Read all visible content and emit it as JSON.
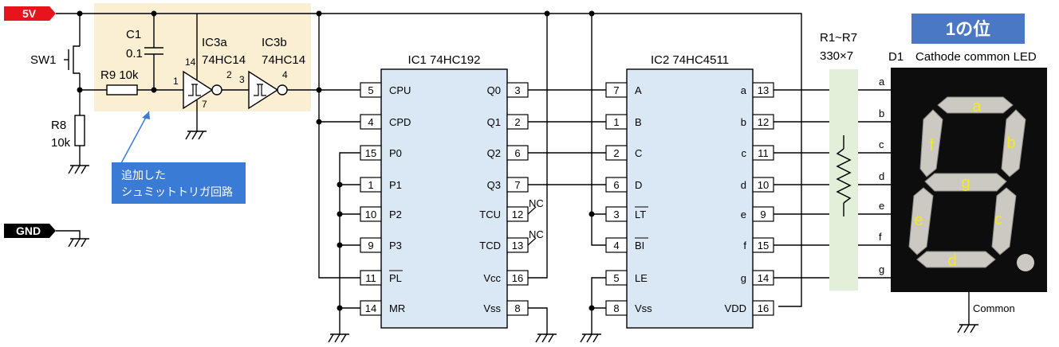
{
  "nets": {
    "vcc_label": "5V",
    "gnd_label": "GND",
    "vcc_color": "#e8141c",
    "gnd_color": "#000000"
  },
  "switch": {
    "ref": "SW1"
  },
  "cap": {
    "ref": "C1",
    "value": "0.1"
  },
  "r9": {
    "label": "R9 10k"
  },
  "r8": {
    "ref": "R8",
    "value": "10k"
  },
  "ic3a": {
    "ref": "IC3a",
    "part": "74HC14",
    "pin_in": "1",
    "pin_out": "2",
    "pin_vcc": "14",
    "pin_gnd": "7"
  },
  "ic3b": {
    "ref": "IC3b",
    "part": "74HC14",
    "pin_in": "3",
    "pin_out": "4"
  },
  "callout": {
    "text1": "追加した",
    "text2": "シュミットトリガ回路",
    "bg_color": "#3a7bd5"
  },
  "highlight_color": "#fbefd3",
  "ic1": {
    "title": "IC1 74HC192",
    "left": [
      {
        "num": "5",
        "name": "CPU"
      },
      {
        "num": "4",
        "name": "CPD"
      },
      {
        "num": "15",
        "name": "P0"
      },
      {
        "num": "1",
        "name": "P1"
      },
      {
        "num": "10",
        "name": "P2"
      },
      {
        "num": "9",
        "name": "P3"
      },
      {
        "num": "11",
        "name": "PL"
      },
      {
        "num": "14",
        "name": "MR"
      }
    ],
    "right": [
      {
        "num": "3",
        "name": "Q0"
      },
      {
        "num": "2",
        "name": "Q1"
      },
      {
        "num": "6",
        "name": "Q2"
      },
      {
        "num": "7",
        "name": "Q3"
      },
      {
        "num": "12",
        "name": "TCU"
      },
      {
        "num": "13",
        "name": "TCD"
      },
      {
        "num": "16",
        "name": "Vcc"
      },
      {
        "num": "8",
        "name": "Vss"
      }
    ],
    "nc1": "NC",
    "nc2": "NC"
  },
  "ic2": {
    "title": "IC2 74HC4511",
    "left": [
      {
        "num": "7",
        "name": "A"
      },
      {
        "num": "1",
        "name": "B"
      },
      {
        "num": "2",
        "name": "C"
      },
      {
        "num": "6",
        "name": "D"
      },
      {
        "num": "3",
        "name": "LT"
      },
      {
        "num": "4",
        "name": "BI"
      },
      {
        "num": "5",
        "name": "LE"
      },
      {
        "num": "8",
        "name": "Vss"
      }
    ],
    "right": [
      {
        "num": "13",
        "name": "a"
      },
      {
        "num": "12",
        "name": "b"
      },
      {
        "num": "11",
        "name": "c"
      },
      {
        "num": "10",
        "name": "d"
      },
      {
        "num": "9",
        "name": "e"
      },
      {
        "num": "15",
        "name": "f"
      },
      {
        "num": "14",
        "name": "g"
      },
      {
        "num": "16",
        "name": "VDD"
      }
    ]
  },
  "resistor_array": {
    "ref": "R1~R7",
    "value": "330×7",
    "bg_color": "#e2f0d9"
  },
  "seg_lines": [
    "a",
    "b",
    "c",
    "d",
    "e",
    "f",
    "g"
  ],
  "display": {
    "ref": "D1",
    "desc": "Cathode common LED",
    "badge": "1の位",
    "badge_color": "#4a78c5",
    "common_label": "Common",
    "seg_label_color": "#f2ea1a",
    "segments": {
      "a": "a",
      "b": "b",
      "c": "c",
      "d": "d",
      "e": "e",
      "f": "f",
      "g": "g"
    }
  },
  "ic_fill_color": "#dae8f5"
}
